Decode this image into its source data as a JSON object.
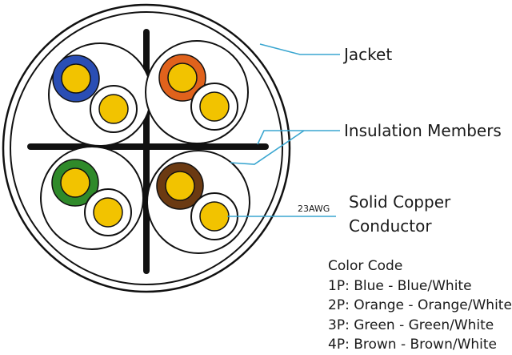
{
  "labels": {
    "jacket": "Jacket",
    "insulation": "Insulation Members",
    "conductor_line1": "Solid Copper",
    "conductor_line2": "Conductor",
    "gauge": "23AWG"
  },
  "legend": {
    "title": "Color Code",
    "items": [
      "1P: Blue - Blue/White",
      "2P: Orange - Orange/White",
      "3P: Green - Green/White",
      "4P: Brown - Brown/White"
    ]
  },
  "colors": {
    "outline": "#111111",
    "copper": "#f2c300",
    "callout_line": "#3aa6d0",
    "pair1": "#2a4eb4",
    "pair2": "#e0621c",
    "pair3": "#2f8a2a",
    "pair4": "#6b3a12"
  }
}
